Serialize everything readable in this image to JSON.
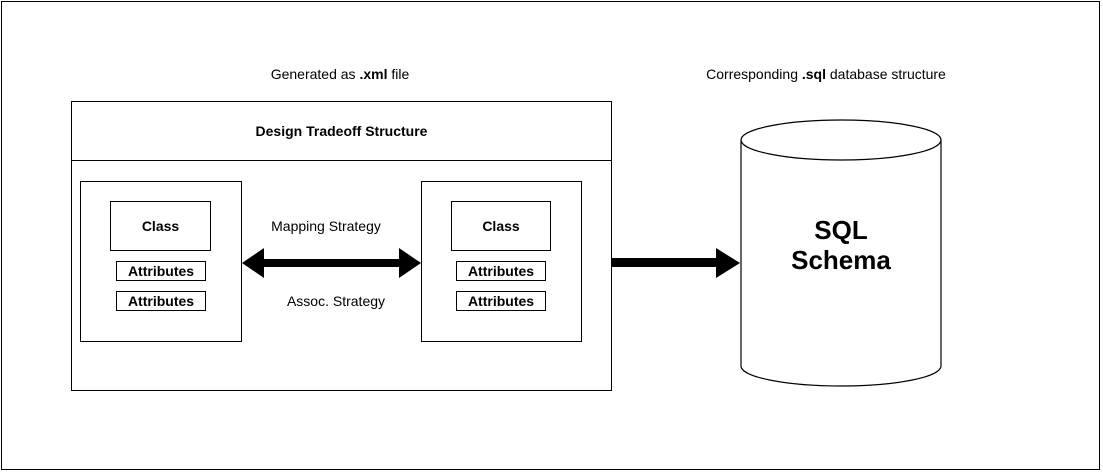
{
  "top_left_caption": {
    "prefix": "Generated as ",
    "bold": ".xml",
    "suffix": " file"
  },
  "top_right_caption": {
    "prefix": "Corresponding ",
    "bold": ".sql",
    "suffix": " database structure"
  },
  "container": {
    "title": "Design Tradeoff Structure"
  },
  "left_class": {
    "name": "Class",
    "attributes": [
      "Attributes",
      "Attributes"
    ]
  },
  "right_class": {
    "name": "Class",
    "attributes": [
      "Attributes",
      "Attributes"
    ]
  },
  "arrow_labels": {
    "top": "Mapping Strategy",
    "bottom": "Assoc. Strategy"
  },
  "database": {
    "line1": "SQL",
    "line2": "Schema"
  },
  "colors": {
    "line": "#000000",
    "background": "#ffffff"
  }
}
